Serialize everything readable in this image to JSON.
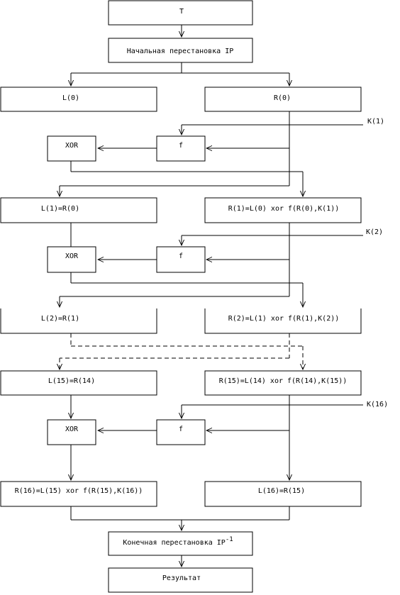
{
  "input_label": "T",
  "initial_permutation": "Начальная перестановка IP",
  "round0": {
    "left": "L(0)",
    "right": "R(0)",
    "key": "K(1)",
    "xor": "XOR",
    "func": "f"
  },
  "round1": {
    "left": "L(1)=R(0)",
    "right": "R(1)=L(0) xor f(R(0),K(1))",
    "key": "K(2)",
    "xor": "XOR",
    "func": "f"
  },
  "round2": {
    "left": "L(2)=R(1)",
    "right": "R(2)=L(1) xor f(R(1),K(2))"
  },
  "round15": {
    "left": "L(15)=R(14)",
    "right": "R(15)=L(14) xor f(R(14),K(15))",
    "key": "K(16)",
    "xor": "XOR",
    "func": "f"
  },
  "round16": {
    "left": "R(16)=L(15) xor f(R(15),K(16))",
    "right": "L(16)=R(15)"
  },
  "final_permutation": {
    "text": "Конечная перестановка IP",
    "superscript": "-1"
  },
  "result": "Результат"
}
